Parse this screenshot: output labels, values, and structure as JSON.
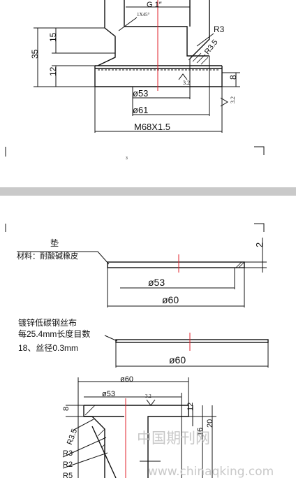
{
  "drawing1": {
    "thread_label": "G 1″",
    "chamfer_label": "1X45°",
    "dim_35": "35",
    "dim_15": "15",
    "dim_12": "12",
    "dim_r3": "R3",
    "dim_r35": "R3.5",
    "dim_8": "8",
    "rough_1": "3.2",
    "rough_2": "3.2",
    "dim_d53": "ø53",
    "dim_d61": "ø61",
    "dim_m68": "M68X1.5",
    "page_no": "3"
  },
  "drawing2": {
    "title": "垫",
    "material": "材料：耐酸碱橡皮",
    "dim_2": "2",
    "dim_d53": "ø53",
    "dim_d60": "ø60"
  },
  "drawing3": {
    "note_line1": "镀锌低碳钢丝布",
    "note_line2": "每25.4mm长度目数",
    "note_line3": "18、丝径0.3mm",
    "dim_d60": "ø60"
  },
  "drawing4": {
    "dim_d60": "ø60",
    "dim_d53": "ø53",
    "rough": "3.2",
    "dim_8": "8",
    "dim_12": "12",
    "dim_16": "16",
    "dim_20": "20",
    "dim_r35": "R3.5",
    "dim_r3": "R3",
    "dim_r2": "R2",
    "dim_r5": "R5"
  },
  "watermark": {
    "cn": "中国期刊网",
    "url": "www.chinaqking.com"
  }
}
